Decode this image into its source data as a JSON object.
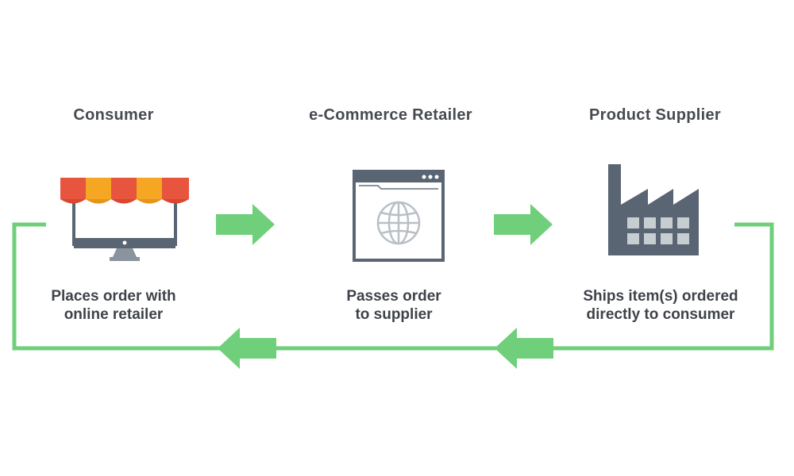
{
  "stages": [
    {
      "title": "Consumer",
      "caption_line1": "Places order with",
      "caption_line2": "online retailer",
      "icon": "storefront-computer-icon"
    },
    {
      "title": "e-Commerce Retailer",
      "caption_line1": "Passes order",
      "caption_line2": "to supplier",
      "icon": "browser-globe-icon"
    },
    {
      "title": "Product Supplier",
      "caption_line1": "Ships item(s) ordered",
      "caption_line2": "directly to consumer",
      "icon": "factory-icon"
    }
  ],
  "colors": {
    "arrow": "#6fcf7a",
    "icon_dark": "#5a6573",
    "awning_red": "#e8553e",
    "awning_orange": "#f5a623",
    "window_gray": "#c8cdd1",
    "text": "#3f4349"
  }
}
